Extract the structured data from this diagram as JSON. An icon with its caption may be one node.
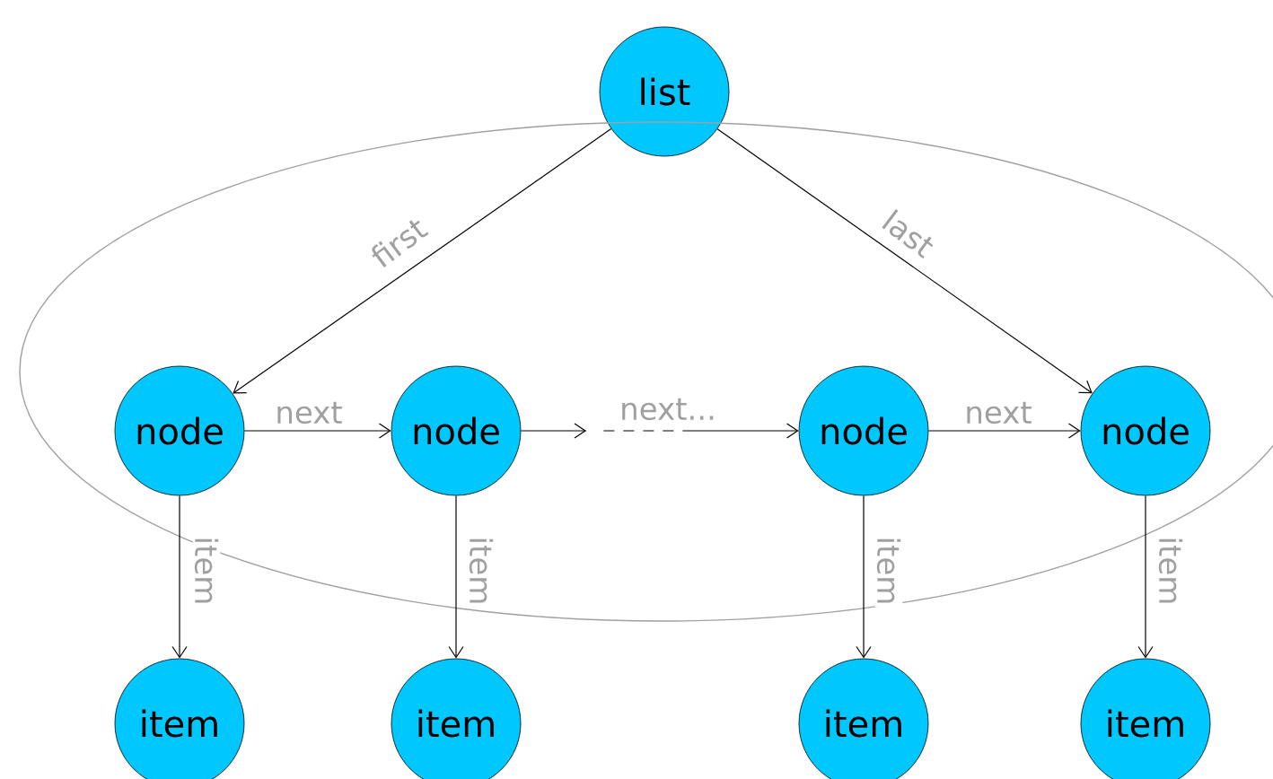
{
  "diagram": {
    "nodes": [
      {
        "text": [
          "list"
        ]
      },
      {
        "text": [],
        "shape": "ellipse"
      },
      {
        "text": [
          "node"
        ],
        "in": 1
      },
      {
        "text": [
          "node"
        ],
        "in": 1
      },
      {
        "text": [
          "node"
        ],
        "in": 1
      },
      {
        "text": [
          "node"
        ],
        "in": 1
      },
      {
        "text": [
          "item"
        ]
      },
      {
        "text": [
          "item"
        ]
      },
      {
        "text": [
          "item"
        ]
      },
      {
        "text": [
          "item"
        ]
      }
    ],
    "edges": [
      {
        "from": 0,
        "to": 2,
        "arrow": "to",
        "label": "first"
      },
      {
        "from": 0,
        "to": 5,
        "arrow": "to",
        "label": "last"
      },
      {
        "from": 2,
        "to": 3,
        "arrow": "to",
        "label": "next"
      },
      {
        "from": 3,
        "to": 4,
        "arrow": "to",
        "label": "next...",
        "style": "dashed"
      },
      {
        "from": 4,
        "to": 5,
        "arrow": "to",
        "label": "next"
      },
      {
        "from": 2,
        "to": 6,
        "arrow": "to",
        "label": "item"
      },
      {
        "from": 3,
        "to": 7,
        "arrow": "to",
        "label": "item"
      },
      {
        "from": 4,
        "to": 8,
        "arrow": "to",
        "label": "item"
      },
      {
        "from": 5,
        "to": 9,
        "arrow": "to",
        "label": "item"
      }
    ]
  }
}
